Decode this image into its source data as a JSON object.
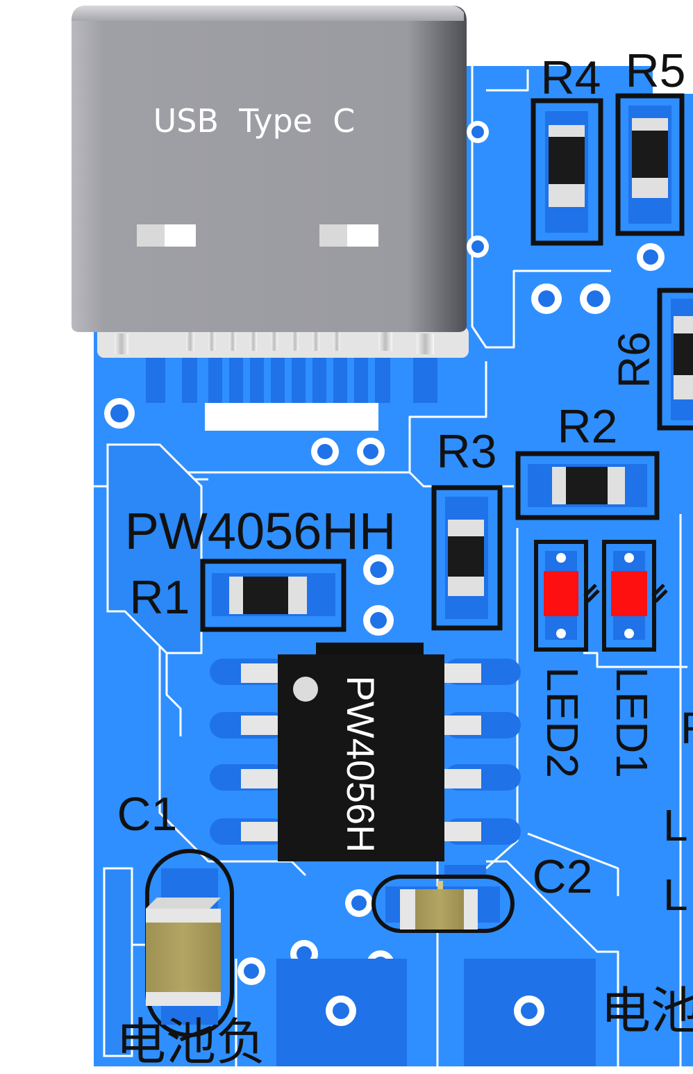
{
  "connector": {
    "label": "USB  Type  C"
  },
  "designators": {
    "r1": "R1",
    "r2": "R2",
    "r3": "R3",
    "r4": "R4",
    "r5": "R5",
    "r6": "R6",
    "c1": "C1",
    "c2": "C2",
    "led1": "LED1",
    "led2": "LED2",
    "ic_label": "PW4056HH",
    "edge_r": "R",
    "edge_l1": "L",
    "edge_l2": "L"
  },
  "ic": {
    "marking": "PW4056H"
  },
  "pads": {
    "battery_negative": "电池负",
    "battery_positive_partial": "电池"
  },
  "colors": {
    "board": "#2f8fff",
    "copper_light": "#4ca6ff",
    "copper_dark": "#1f72e8",
    "trace_outline": "#ffffff",
    "silkscreen": "#111111",
    "led_lens": "#ff1010",
    "capacitor_body": "#b0a060"
  }
}
